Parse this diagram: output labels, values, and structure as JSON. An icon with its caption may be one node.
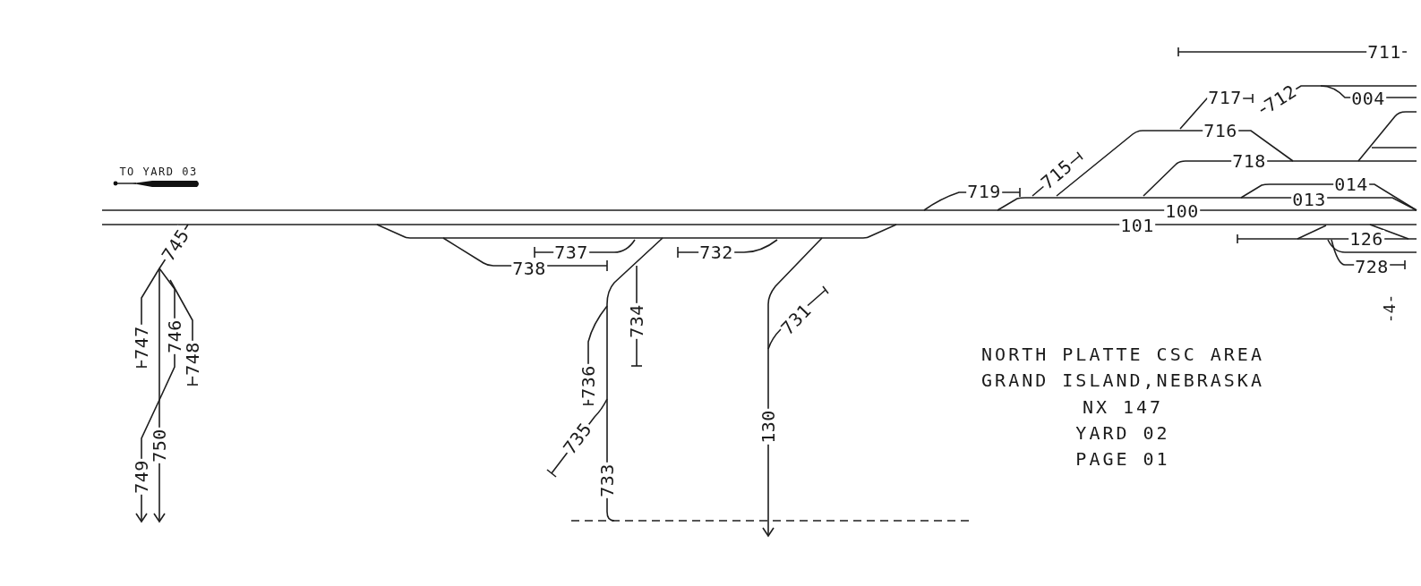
{
  "diagram": {
    "labels": [
      "711",
      "717",
      "712",
      "004",
      "716",
      "718",
      "TO YARD 03",
      "715",
      "014",
      "719",
      "013",
      "100",
      "101",
      "126",
      "745",
      "737",
      "732",
      "738",
      "728",
      "-4-",
      "731",
      "734",
      "746",
      "747",
      "NORTH PLATTE CSC AREA",
      "748",
      "GRAND ISLAND,NEBRASKA",
      "736",
      "NX 147",
      "130",
      "YARD 02",
      "735",
      "750",
      "PAGE 01",
      "749",
      "733"
    ]
  }
}
